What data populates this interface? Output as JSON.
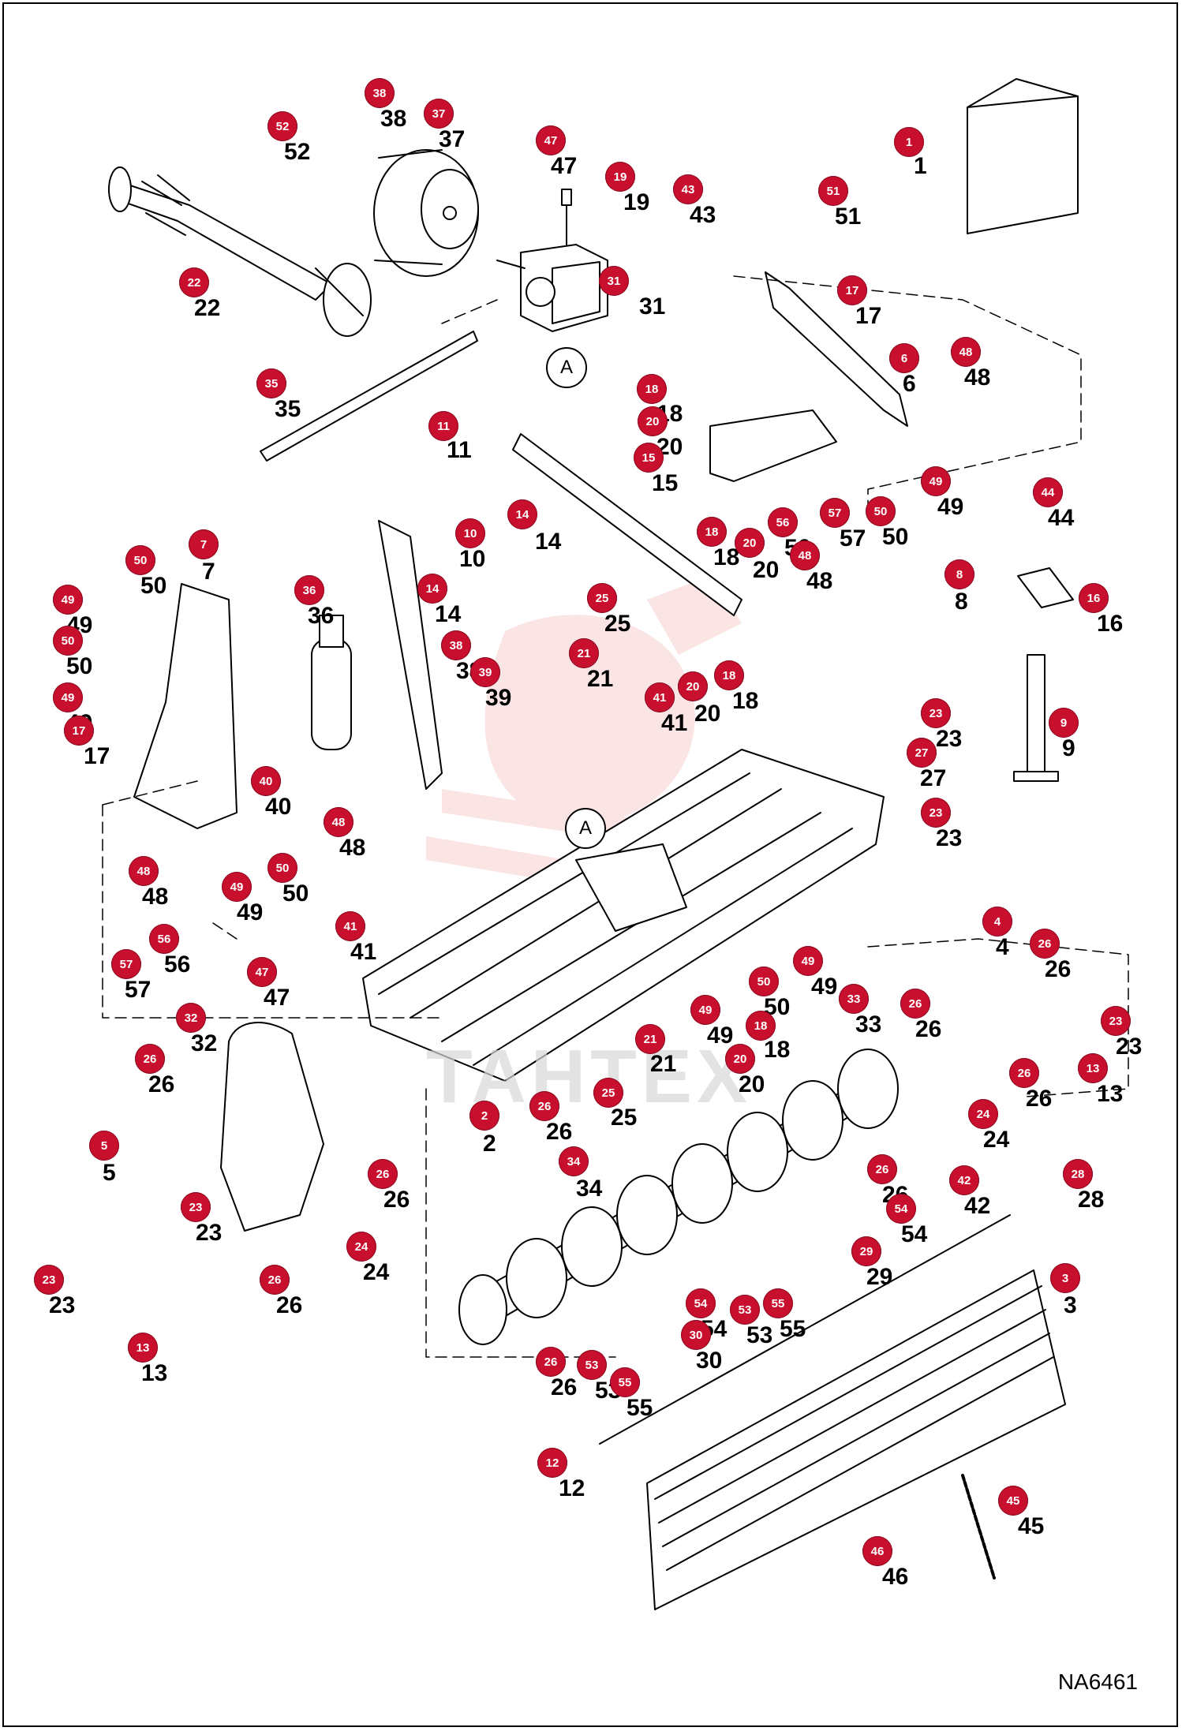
{
  "diagram": {
    "drawing_ref": "NA6461",
    "watermark": "TAHTEX",
    "view_callout": "A",
    "parts": [
      "1",
      "2",
      "3",
      "4",
      "5",
      "6",
      "7",
      "8",
      "9",
      "10",
      "11",
      "12",
      "13",
      "14",
      "15",
      "16",
      "17",
      "18",
      "19",
      "20",
      "21",
      "22",
      "23",
      "24",
      "25",
      "26",
      "27",
      "28",
      "29",
      "30",
      "31",
      "32",
      "33",
      "34",
      "35",
      "36",
      "37",
      "38",
      "39",
      "40",
      "41",
      "42",
      "43",
      "44",
      "45",
      "46",
      "47",
      "48",
      "49",
      "50",
      "51",
      "52",
      "53",
      "54",
      "55",
      "56",
      "57"
    ],
    "colors": {
      "hotspot": "#c8102e",
      "line": "#000000",
      "watermark": "#f2b3b3"
    }
  }
}
